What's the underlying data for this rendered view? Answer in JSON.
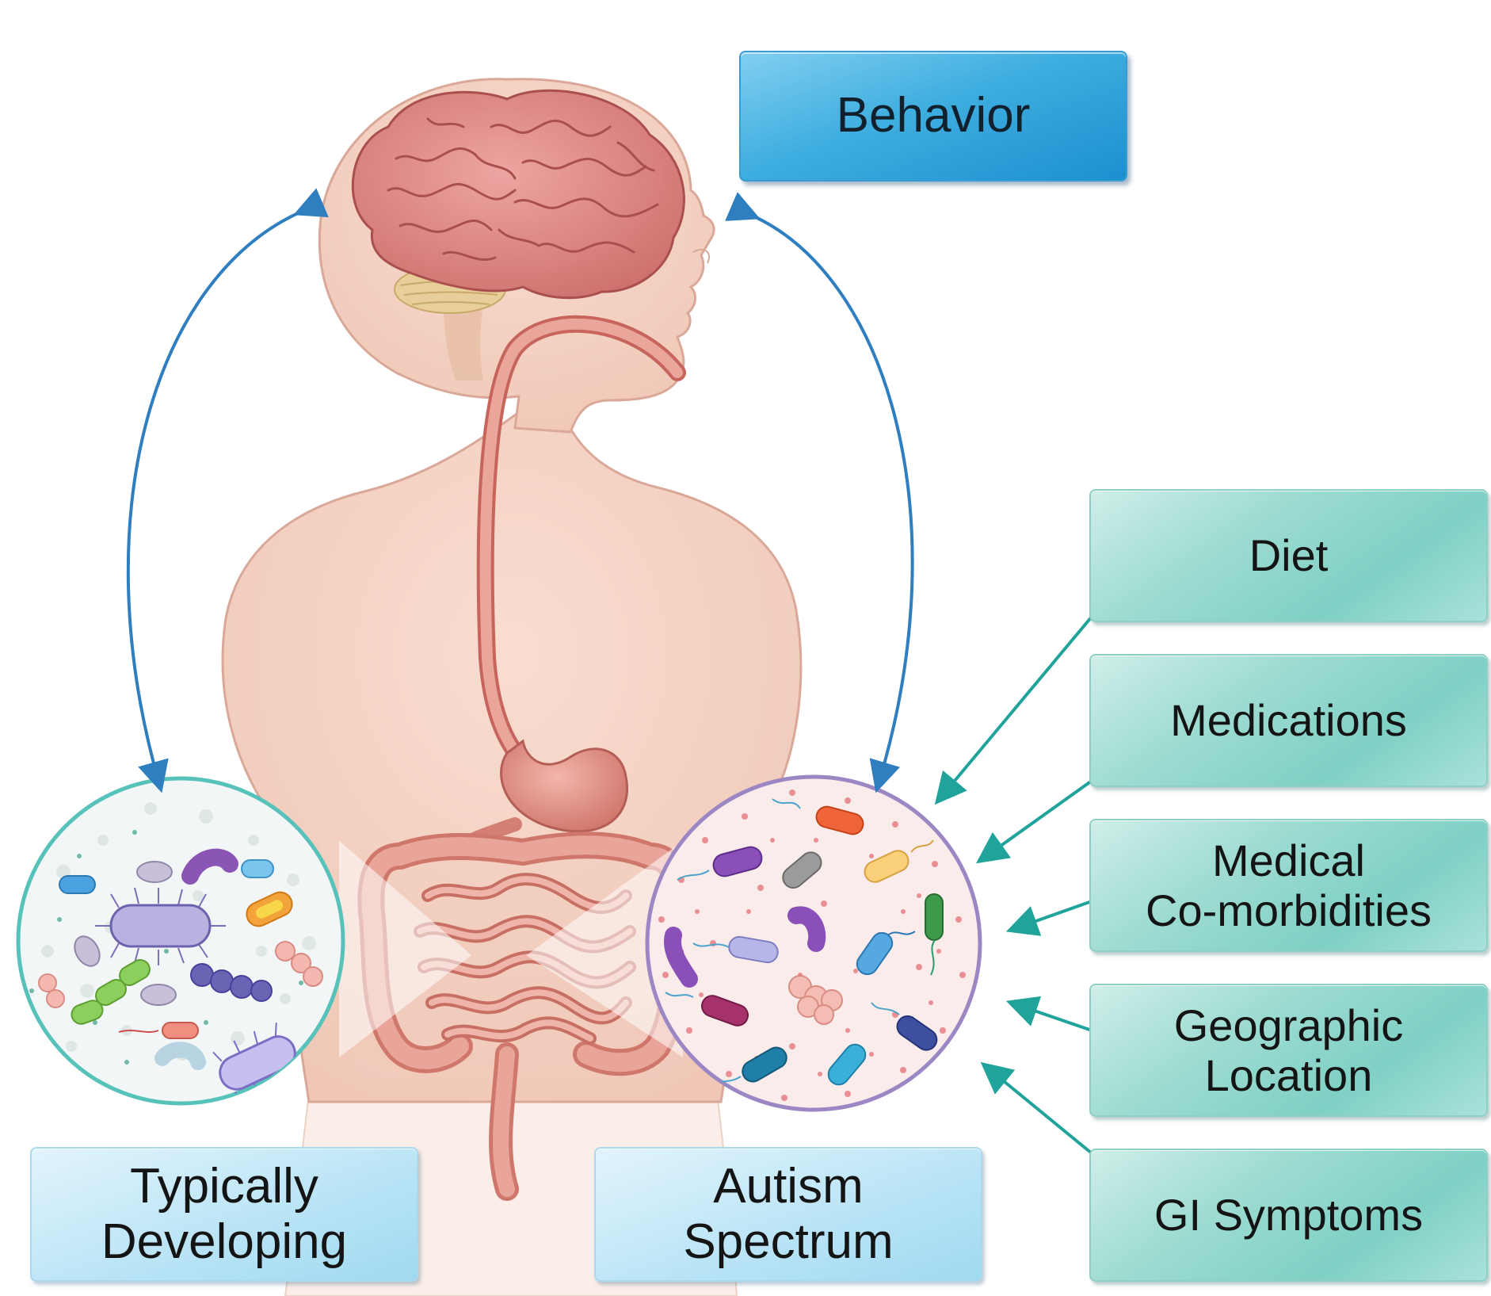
{
  "labels": {
    "behavior": "Behavior",
    "typically_developing": [
      "Typically",
      "Developing"
    ],
    "autism_spectrum": [
      "Autism",
      "Spectrum"
    ],
    "factors": [
      {
        "lines": [
          "Diet"
        ]
      },
      {
        "lines": [
          "Medications"
        ]
      },
      {
        "lines": [
          "Medical",
          "Co-morbidities"
        ]
      },
      {
        "lines": [
          "Geographic",
          "Location"
        ]
      },
      {
        "lines": [
          "GI Symptoms"
        ]
      }
    ]
  },
  "colors": {
    "skin": "#f5d3c5",
    "skin_outline": "#d9a898",
    "brain": "#e08c8a",
    "gut": "#e29a8f",
    "blue_arrow": "#2f7fc0",
    "teal_arrow": "#1fa39b",
    "healthy_circle_border": "#57c2ba",
    "autism_circle_border": "#9b87c4"
  },
  "icons": {
    "brain": "brain-illustration",
    "gut": "gut-illustration",
    "microbes": "bacteria-illustration"
  }
}
